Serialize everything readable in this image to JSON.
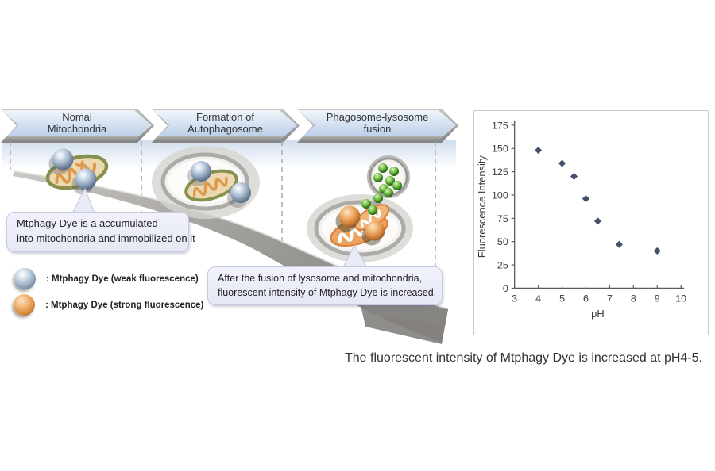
{
  "figure": {
    "banners": [
      {
        "line1": "Nomal",
        "line2": "Mitochondria"
      },
      {
        "line1": "Formation of",
        "line2": "Autophagosome"
      },
      {
        "line1": "Phagosome-lysosome",
        "line2": "fusion"
      }
    ],
    "callouts": {
      "accumulation": {
        "line1": "Mtphagy Dye is a accumulated",
        "line2": "into mitochondria and immobilized on it"
      },
      "fusion": {
        "line1": "After the fusion of lysosome and mitochondria,",
        "line2": "fluorescent intensity of Mtphagy Dye is increased."
      }
    },
    "legend": {
      "weak": ": Mtphagy Dye (weak fluorescence)",
      "strong": ": Mtphagy Dye (strong fluorescence)"
    },
    "caption": "The fluorescent intensity of Mtphagy Dye is increased at pH4-5."
  },
  "colors": {
    "banner_fill": "#c7d8ec",
    "callout_bg": "#e9ebf7",
    "weak_dye_sphere": "#9fb3c8",
    "strong_dye_sphere": "#e09a52",
    "lysosome_dye_green": "#55a42c",
    "ribbon_gray": "#9b9995",
    "marker": "#45506a"
  },
  "chart_data": {
    "type": "scatter",
    "x": [
      4,
      5,
      5.5,
      6,
      6.5,
      7.4,
      9
    ],
    "y": [
      148,
      134,
      120,
      96,
      72,
      47,
      40
    ],
    "title": "",
    "xlabel": "pH",
    "ylabel": "Fluorescence Intensity",
    "xlim": [
      3,
      10
    ],
    "ylim": [
      0,
      175
    ],
    "xticks": [
      3,
      4,
      5,
      6,
      7,
      8,
      9,
      10
    ],
    "yticks": [
      0,
      25,
      50,
      75,
      100,
      125,
      150,
      175
    ],
    "grid": false,
    "legend_position": "none",
    "marker": "diamond",
    "marker_color": "#45506a"
  }
}
